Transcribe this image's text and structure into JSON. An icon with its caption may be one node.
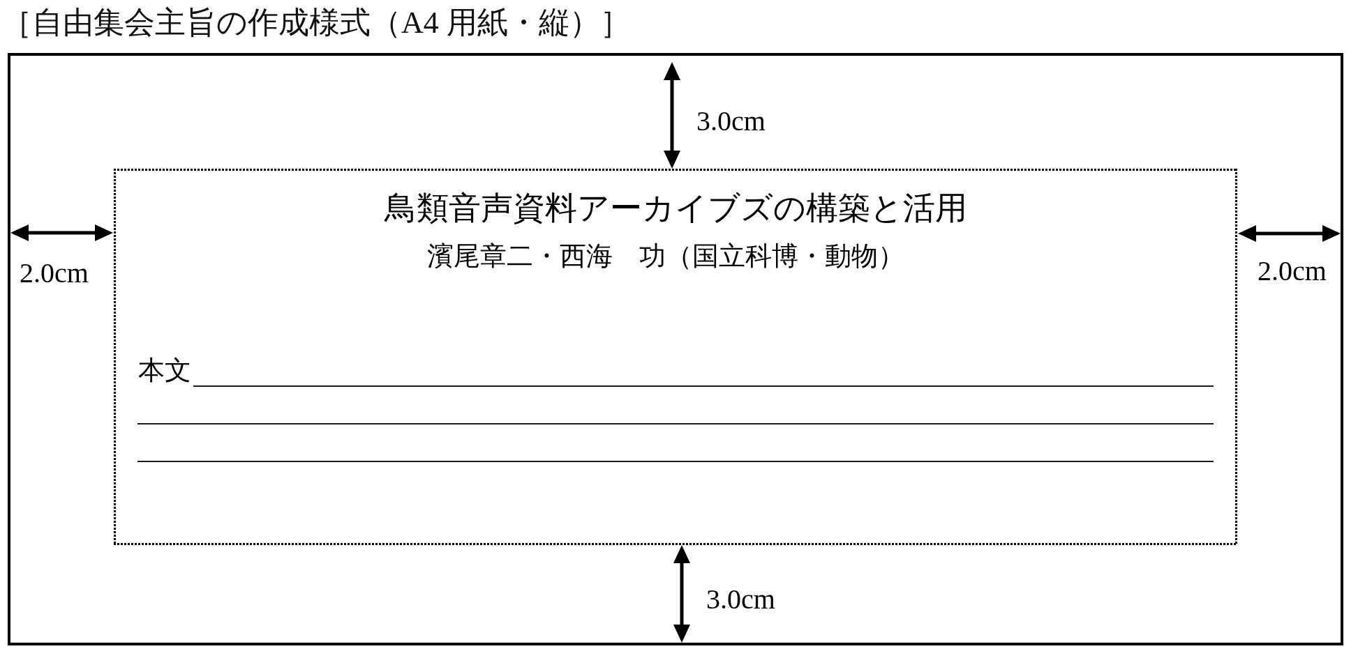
{
  "diagram": {
    "title": "［自由集会主旨の作成様式（A4 用紙・縦）］",
    "nodes": [
      {
        "text": [],
        "shape": "box"
      },
      {
        "text": [
          "鳥類音声資料アーカイブズの構築と活用",
          "濱尾章二・西海　功（国立科博・動物）",
          "本文"
        ],
        "in": 0
      }
    ],
    "labels": [
      "3.0cm",
      "2.0cm",
      "2.0cm",
      "3.0cm"
    ]
  }
}
